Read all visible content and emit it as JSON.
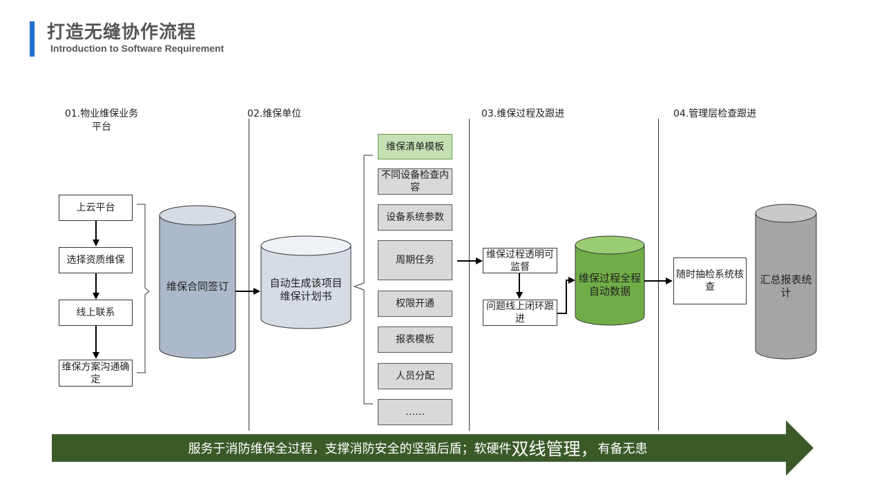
{
  "header": {
    "title": "打造无缝协作流程",
    "subtitle": "Introduction to Software Requirement"
  },
  "columns": {
    "c1": "01.物业维保业务平台",
    "c2": "02.维保单位",
    "c3": "03.维保过程及跟进",
    "c4": "04.管理层检查跟进"
  },
  "platform_steps": [
    "上云平台",
    "选择资质维保",
    "线上联系",
    "维保方案沟通确定"
  ],
  "contract": "维保合同签订",
  "auto_plan": "自动生成该项目维保计划书",
  "plan_items": [
    "维保清单模板",
    "不同设备检查内容",
    "设备系统参数",
    "周期任务",
    "权限开通",
    "报表模板",
    "人员分配",
    "……"
  ],
  "process": {
    "monitor": "维保过程透明可监督",
    "closed_loop": "问题线上闭环跟进",
    "auto_data": "维保过程全程自动数据"
  },
  "mgmt": {
    "check": "随时抽检系统核查",
    "report": "汇总报表统计"
  },
  "banner": {
    "prefix": "服务于消防维保全过程，支撑消防安全的坚强后盾；软硬件",
    "emphasis": "双线管理，",
    "suffix": "有备无患"
  },
  "colors": {
    "accent_bar": "#1f6fd1",
    "banner_green": "#3c5a28",
    "cyl_blue": "#acb9ca",
    "cyl_light": "#d6dce4",
    "cyl_green": "#70ad47",
    "cyl_gray": "#a5a5a5",
    "item_highlight": "#c6e0b4",
    "item_gray": "#d9d9d9"
  }
}
